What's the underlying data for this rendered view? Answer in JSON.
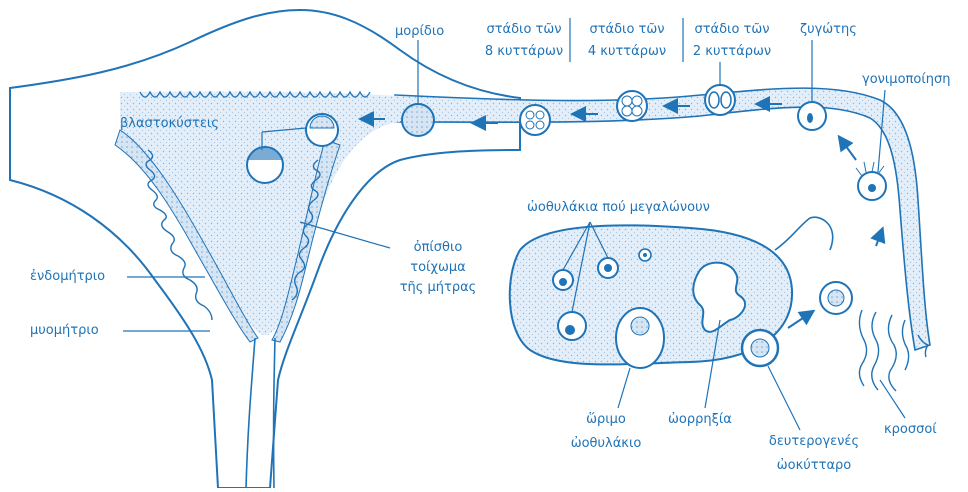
{
  "labels": {
    "morula": "μορίδιο",
    "stage8_line1": "στάδιο τῶν",
    "stage8_line2": "8 κυττάρων",
    "stage4_line1": "στάδιο τῶν",
    "stage4_line2": "4 κυττάρων",
    "stage2_line1": "στάδιο τῶν",
    "stage2_line2": "2 κυττάρων",
    "zygote": "ζυγώτης",
    "fertilization": "γονιμοποίηση",
    "blastocysts": "βλαστοκύστεις",
    "growing_follicles": "ὠοθυλάκια πού μεγαλώνουν",
    "posterior_wall_1": "ὀπίσθιο",
    "posterior_wall_2": "τοίχωμα",
    "posterior_wall_3": "τῆς μήτρας",
    "endometrium": "ἐνδομήτριο",
    "myometrium": "μυομήτριο",
    "mature_follicle_1": "ὥριμο",
    "mature_follicle_2": "ὠοθυλάκιο",
    "ovulation": "ὠορρηξία",
    "secondary_oocyte_1": "δευτερογενές",
    "secondary_oocyte_2": "ὠοκύτταρο",
    "fimbriae": "κροσσοί"
  },
  "colors": {
    "ink": "#1f73b7",
    "tissue": "#cfe0f2",
    "tissue_dark": "#a9c7e6",
    "bg": "#ffffff"
  }
}
